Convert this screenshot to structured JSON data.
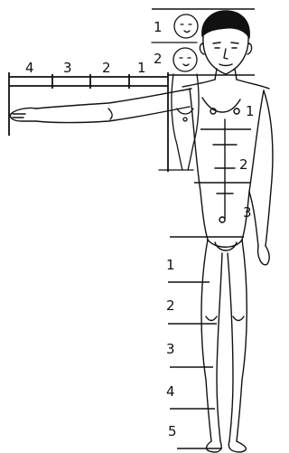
{
  "diagram": {
    "head_marks": [
      "1",
      "2"
    ],
    "arm_marks": [
      "4",
      "3",
      "2",
      "1"
    ],
    "torso_marks": [
      "1",
      "2",
      "3"
    ],
    "leg_marks": [
      "1",
      "2",
      "3",
      "4",
      "5"
    ]
  }
}
